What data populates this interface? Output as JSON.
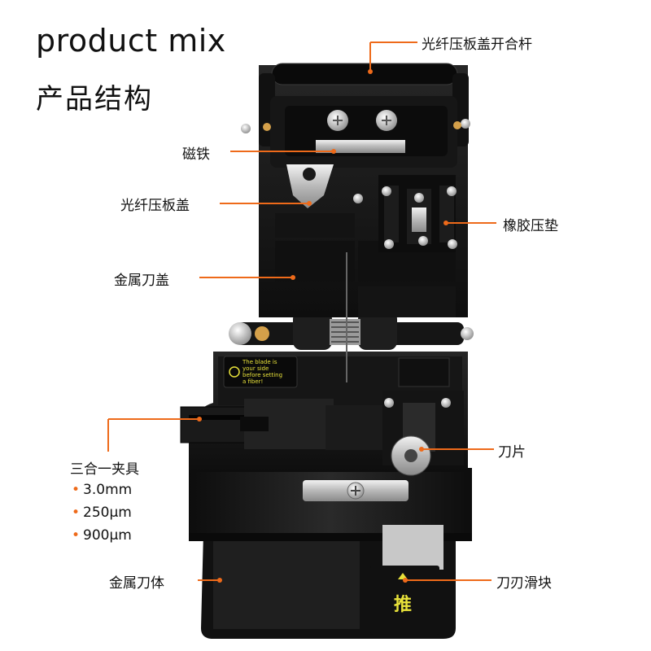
{
  "header": {
    "title_en": "product mix",
    "title_zh": "产品结构"
  },
  "labels": {
    "lever": "光纤压板盖开合杆",
    "magnet": "磁铁",
    "fiber_cover": "光纤压板盖",
    "rubber_pad": "橡胶压垫",
    "metal_blade_cover": "金属刀盖",
    "clamp": "三合一夹具",
    "blade": "刀片",
    "metal_body": "金属刀体",
    "slider": "刀刃滑块"
  },
  "clamp_sizes": [
    "3.0mm",
    "250μm",
    "900μm"
  ],
  "device": {
    "warning_line1": "The blade is",
    "warning_line2": "your side",
    "warning_line3": "before setting",
    "warning_line4": "a fiber!",
    "push_label": "推"
  },
  "colors": {
    "accent": "#ee6a1a",
    "body": "#1a1a1a",
    "warning_text": "#e8e23a"
  }
}
